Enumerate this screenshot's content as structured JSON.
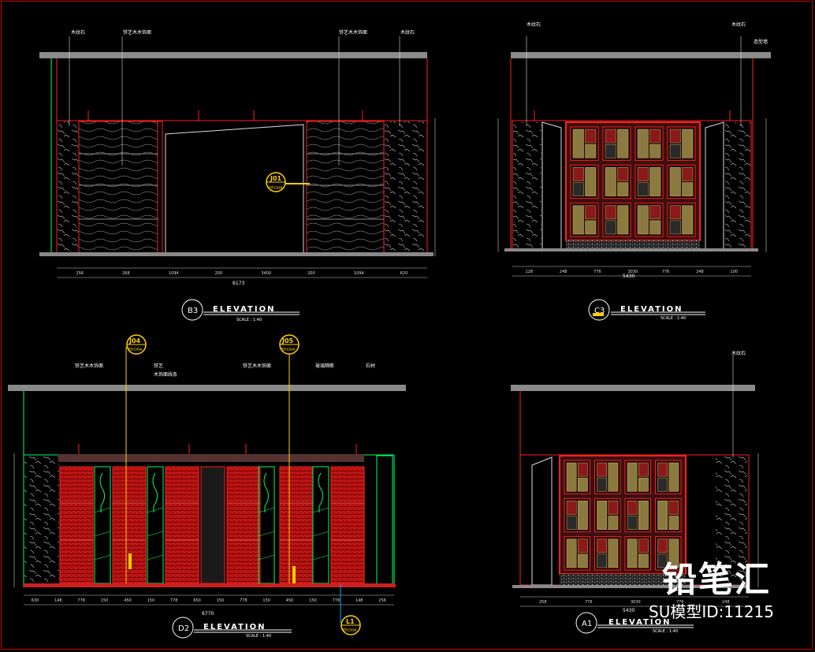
{
  "watermark": {
    "logo_text": "铅笔汇",
    "id_text": "SU模型ID:11215"
  },
  "colors": {
    "background": "#000000",
    "line_red": "#ff2020",
    "line_white": "#dddddd",
    "line_green": "#00ff60",
    "line_yellow": "#ffd000",
    "band_gray": "#8a8a8a",
    "tile_tan": "#8b7a40",
    "tile_red": "#8a1a1a"
  },
  "drawings": [
    {
      "id": "B3",
      "marker": "B3",
      "title": "ELEVATION",
      "scale": "SCALE : 1:40",
      "callouts": [
        {
          "tag": "J01",
          "sub": "EP.D04"
        }
      ],
      "annotations": [
        "木纹石",
        "铁艺木木饰面",
        "铁艺木木饰面",
        "木纹石"
      ],
      "dimensions_bottom": [
        "256",
        "268",
        "1094",
        "200",
        "3400",
        "200",
        "1094",
        "620"
      ],
      "total": "6173"
    },
    {
      "id": "C3",
      "marker": "C3",
      "title": "ELEVATION",
      "scale": "SCALE : 1:40",
      "annotations": [
        "木纹石",
        "木纹石",
        "造型墙"
      ],
      "dimensions_bottom": [
        "128",
        "248",
        "776",
        "3030",
        "776",
        "248",
        "100"
      ],
      "total": "5430"
    },
    {
      "id": "D2",
      "marker": "D2",
      "title": "ELEVATION",
      "scale": "SCALE : 1:40",
      "callouts": [
        {
          "tag": "J04",
          "sub": "EP.D04"
        },
        {
          "tag": "J05",
          "sub": "EP.D04"
        },
        {
          "tag": "L1",
          "sub": "EP.D04"
        }
      ],
      "annotations": [
        "铁艺木木饰面",
        "铁艺",
        "木饰面线条",
        "铁艺木木饰面",
        "玻璃隔断",
        "石材"
      ],
      "dimensions_bottom": [
        "630",
        "148",
        "778",
        "150",
        "450",
        "150",
        "778",
        "650",
        "150",
        "778",
        "150",
        "450",
        "150",
        "778",
        "148",
        "256"
      ],
      "total": "6770"
    },
    {
      "id": "A1",
      "marker": "A1",
      "title": "ELEVATION",
      "scale": "SCALE : 1:40",
      "annotations": [
        "木纹石"
      ],
      "dimensions_bottom": [
        "258",
        "776",
        "3030",
        "776",
        "248"
      ],
      "total": "5430"
    }
  ]
}
